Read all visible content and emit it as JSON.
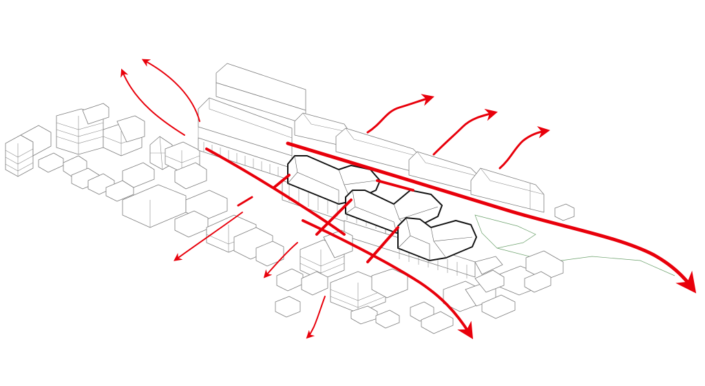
{
  "diagram": {
    "kind": "axonometric urban massing diagram",
    "colors": {
      "background": "#ffffff",
      "context_building_stroke": "#7a7a7a",
      "highlighted_building_stroke": "#111111",
      "movement_route": "#e8000b",
      "green_area": "#6aa06a"
    },
    "highlighted_building_count": 3,
    "movement_route_count": 14
  }
}
